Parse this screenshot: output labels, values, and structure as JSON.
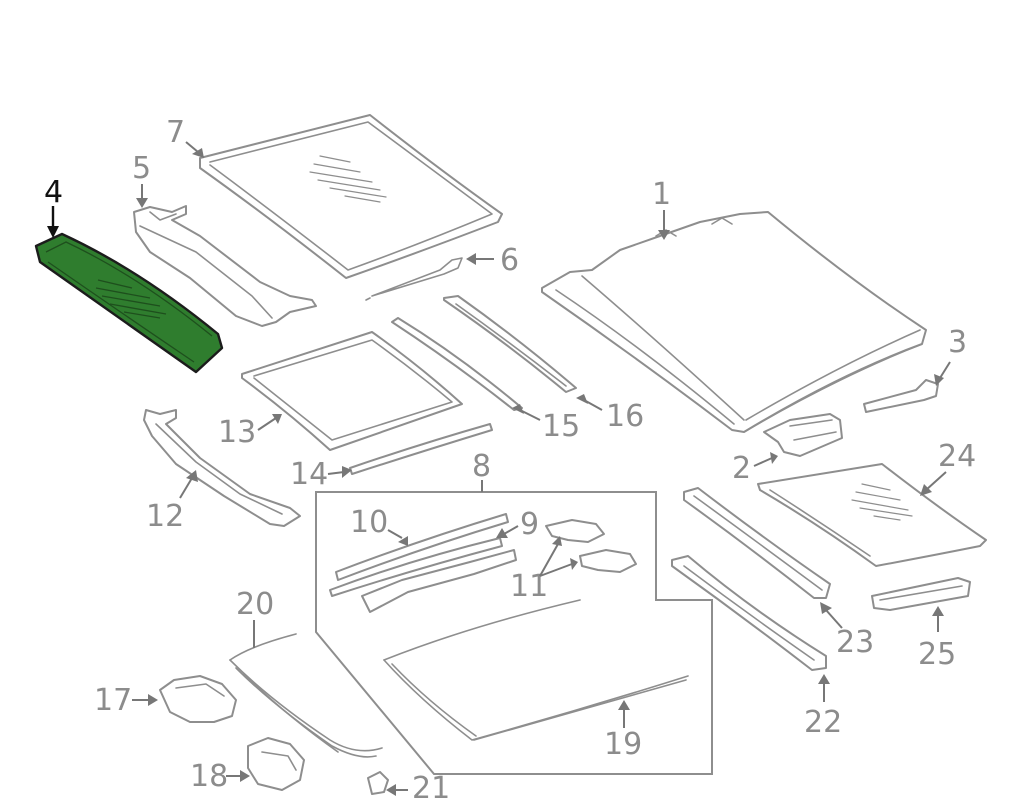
{
  "colors": {
    "highlight_fill": "#2f7d2e",
    "line_color": "#8e8e8e",
    "label_color": "#8c8c8c",
    "highlight_label_color": "#111111"
  },
  "callouts": {
    "c1": "1",
    "c2": "2",
    "c3": "3",
    "c4": "4",
    "c5": "5",
    "c6": "6",
    "c7": "7",
    "c8": "8",
    "c9": "9",
    "c10": "10",
    "c11": "11",
    "c12": "12",
    "c13": "13",
    "c14": "14",
    "c15": "15",
    "c16": "16",
    "c17": "17",
    "c18": "18",
    "c19": "19",
    "c20": "20",
    "c21": "21",
    "c22": "22",
    "c23": "23",
    "c24": "24",
    "c25": "25"
  },
  "highlighted_part": "4"
}
